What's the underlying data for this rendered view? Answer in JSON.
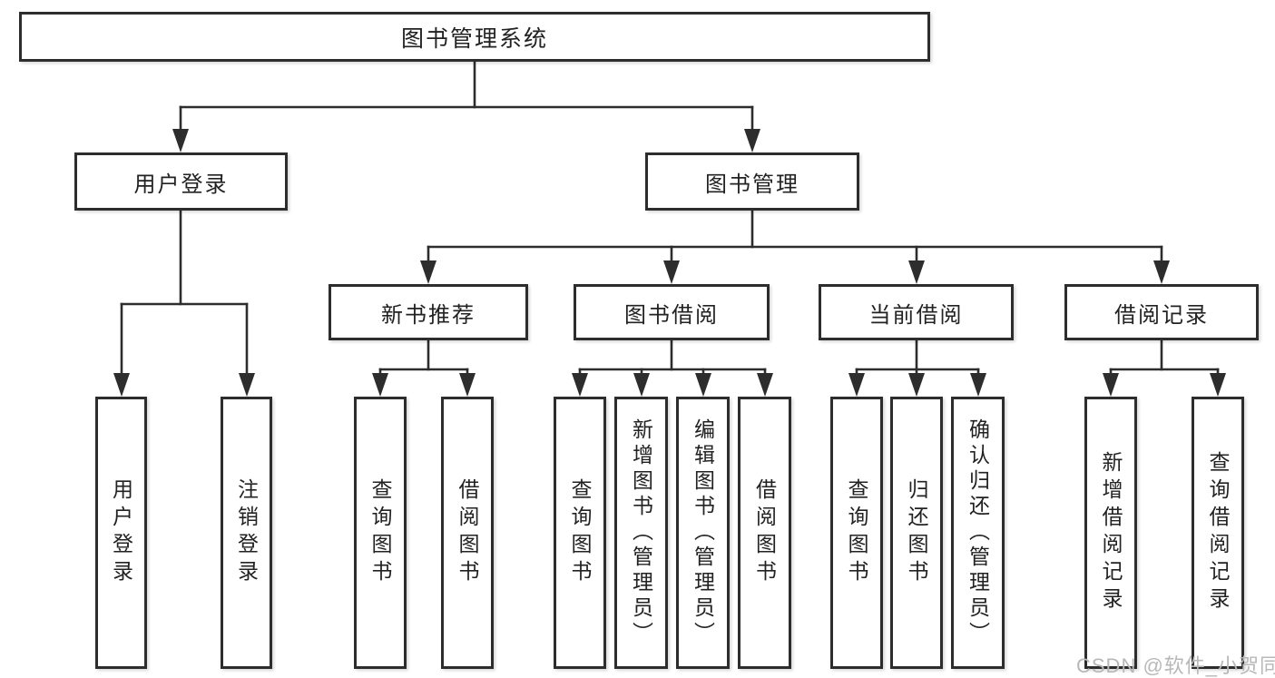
{
  "colors": {
    "ink": "#2d2d2d",
    "text": "#222222",
    "watermark": "#b8b8b8",
    "background": "#ffffff"
  },
  "watermark": {
    "text": "CSDN @软件_小贺同学"
  },
  "tree": {
    "root": {
      "label": "图书管理系统",
      "children": [
        {
          "label": "用户登录",
          "children": [
            {
              "label": "用户登录"
            },
            {
              "label": "注销登录"
            }
          ]
        },
        {
          "label": "图书管理",
          "children": [
            {
              "label": "新书推荐",
              "children": [
                {
                  "label": "查询图书"
                },
                {
                  "label": "借阅图书"
                }
              ]
            },
            {
              "label": "图书借阅",
              "children": [
                {
                  "label": "查询图书"
                },
                {
                  "label": "新增图书（管理员）"
                },
                {
                  "label": "编辑图书（管理员）"
                },
                {
                  "label": "借阅图书"
                }
              ]
            },
            {
              "label": "当前借阅",
              "children": [
                {
                  "label": "查询图书"
                },
                {
                  "label": "归还图书"
                },
                {
                  "label": "确认归还（管理员）"
                }
              ]
            },
            {
              "label": "借阅记录",
              "children": [
                {
                  "label": "新增借阅记录"
                },
                {
                  "label": "查询借阅记录"
                }
              ]
            }
          ]
        }
      ]
    }
  }
}
